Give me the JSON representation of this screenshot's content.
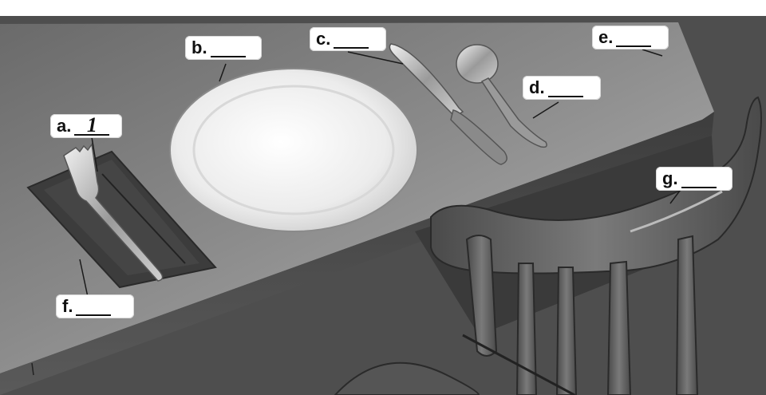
{
  "labels": [
    {
      "id": "a",
      "letter": "a.",
      "answer": "1"
    },
    {
      "id": "b",
      "letter": "b.",
      "answer": ""
    },
    {
      "id": "c",
      "letter": "c.",
      "answer": ""
    },
    {
      "id": "d",
      "letter": "d.",
      "answer": ""
    },
    {
      "id": "e",
      "letter": "e.",
      "answer": ""
    },
    {
      "id": "f",
      "letter": "f.",
      "answer": ""
    },
    {
      "id": "g",
      "letter": "g.",
      "answer": ""
    }
  ]
}
